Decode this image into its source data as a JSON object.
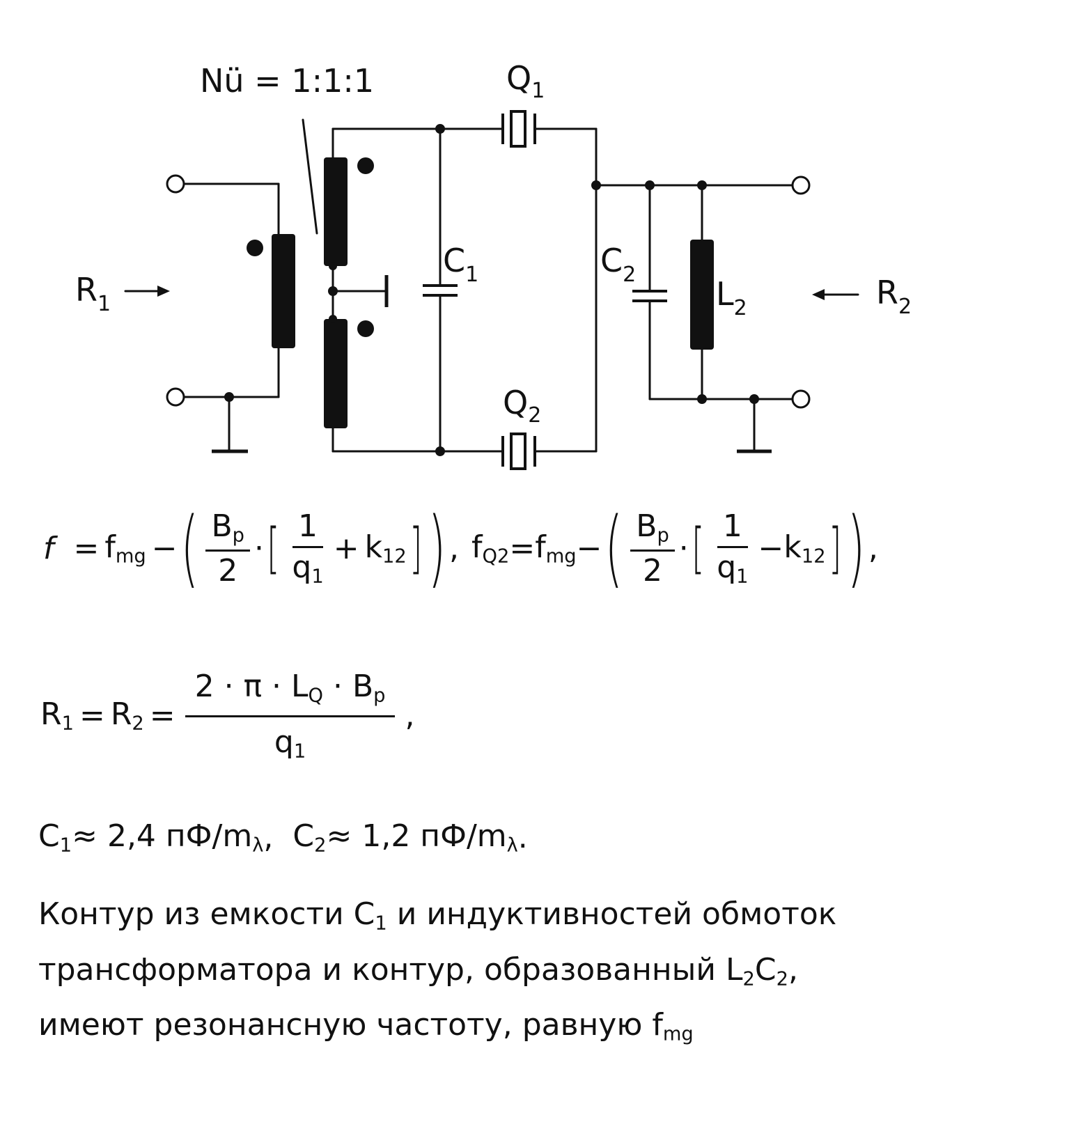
{
  "circuit": {
    "labels": {
      "turns_ratio": "Nü = 1:1:1",
      "q1": "Q",
      "q1_sub": "1",
      "q2": "Q",
      "q2_sub": "2",
      "c1": "C",
      "c1_sub": "1",
      "c2": "C",
      "c2_sub": "2",
      "l2": "L",
      "l2_sub": "2",
      "r1": "R",
      "r1_sub": "1",
      "r2": "R",
      "r2_sub": "2"
    }
  },
  "equations": {
    "f_eq": {
      "lhs": "f",
      "eq": "=",
      "fmg": "f",
      "fmg_sub": "mg",
      "minus": "−",
      "bp": "B",
      "bp_sub": "p",
      "two": "2",
      "dot": "·",
      "one": "1",
      "q": "q",
      "q_sub": "1",
      "plus": "+",
      "k": "k",
      "k_sub": "12",
      "comma": ","
    },
    "fq2_eq": {
      "lhs": "f",
      "lhs_sub": "Q2",
      "eq": "=",
      "fmg": "f",
      "fmg_sub": "mg",
      "minus": "−",
      "bp": "B",
      "bp_sub": "p",
      "two": "2",
      "dot": "·",
      "one": "1",
      "q": "q",
      "q_sub": "1",
      "minus2": "−",
      "k": "k",
      "k_sub": "12",
      "comma": ","
    },
    "r_eq": {
      "r1": "R",
      "r1_sub": "1",
      "eq1": "=",
      "r2": "R",
      "r2_sub": "2",
      "eq2": "=",
      "numerator_a": "2 · π · L",
      "numerator_lq_sub": "Q",
      "numerator_b": " · B",
      "numerator_bp_sub": "p",
      "denominator": "q",
      "denominator_sub": "1",
      "comma": ","
    },
    "c_eq": {
      "c1": "C",
      "c1_sub": "1",
      "c1_val": "≈ 2,4 пФ/m",
      "c1_unit_sub": "λ",
      "sep": " ,",
      "c2": "C",
      "c2_sub": "2",
      "c2_val": "≈ 1,2 пФ/m",
      "c2_unit_sub": "λ",
      "end": " ."
    }
  },
  "paragraph": {
    "line1_a": "Контур из емкости C",
    "line1_sub": "1",
    "line1_b": " и  индуктивностей обмоток",
    "line2_a": "трансформатора и контур, образованный L",
    "line2_sub1": "2",
    "line2_mid": "C",
    "line2_sub2": "2",
    "line2_b": ",",
    "line3_a": "имеют резонансную частоту, равную f",
    "line3_sub": "mg"
  }
}
